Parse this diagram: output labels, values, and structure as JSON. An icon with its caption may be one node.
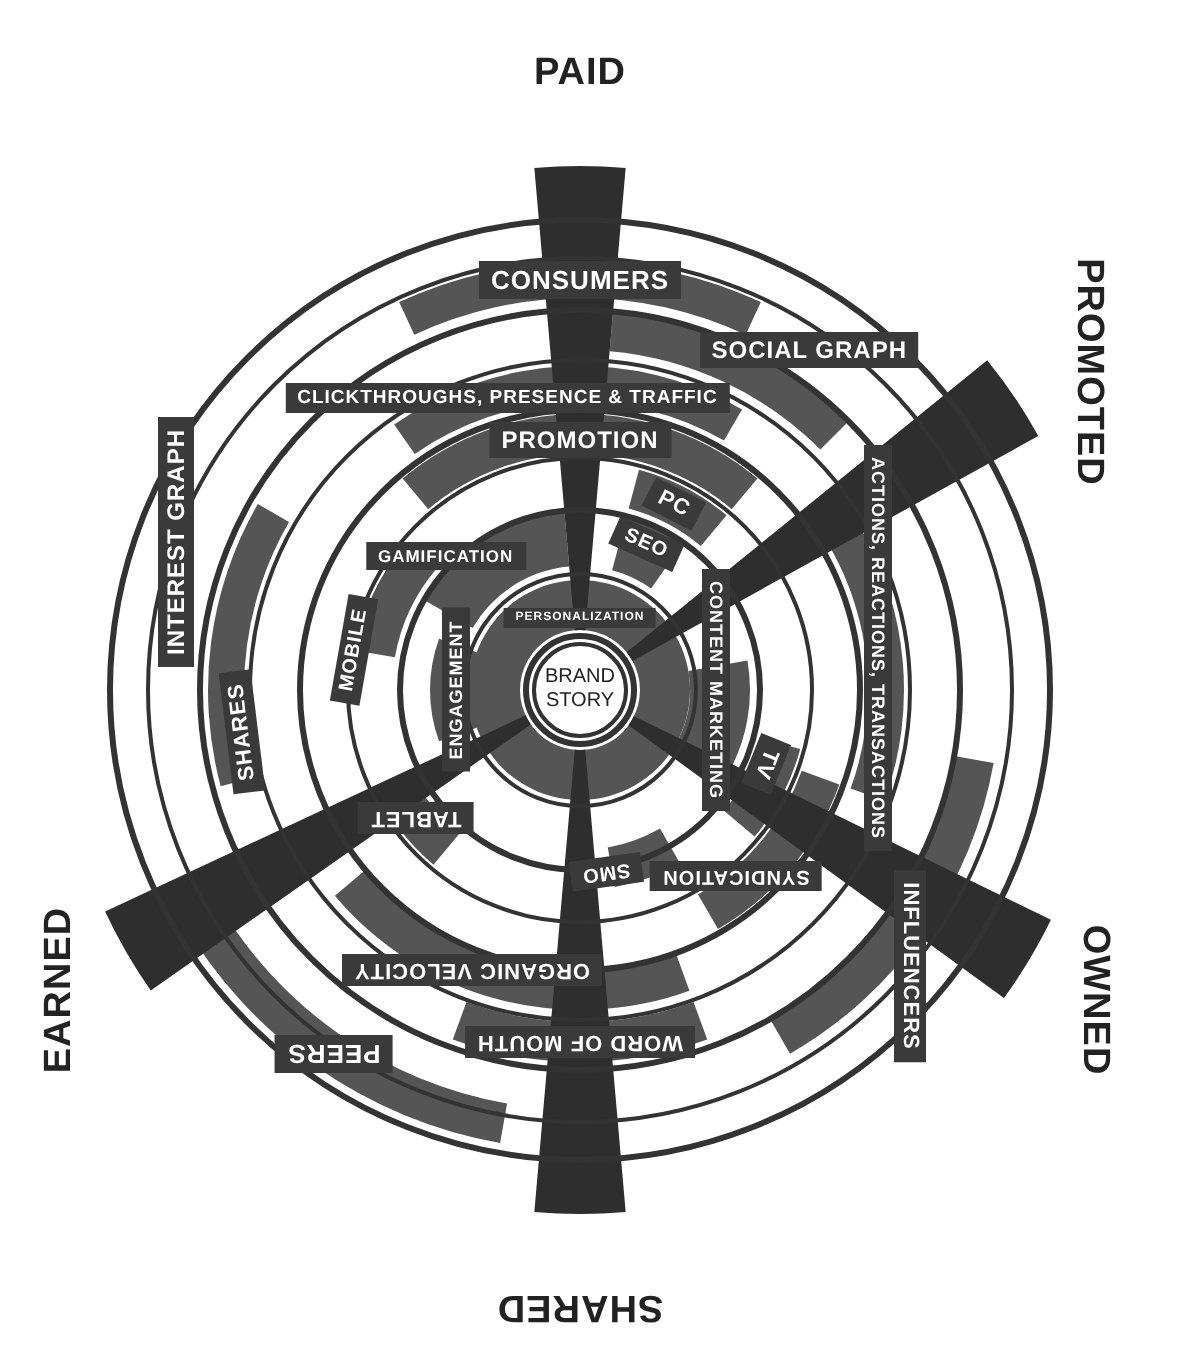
{
  "diagram": {
    "nodes": [
      {
        "text": [
          "PAID"
        ]
      },
      {
        "text": [
          "CONSUMERS"
        ]
      },
      {
        "text": [
          "SOCIAL GRAPH"
        ]
      },
      {
        "text": [
          "PROMOTED"
        ]
      },
      {
        "text": [
          "CLICKTHROUGHS, PRESENCE & TRAFFIC"
        ]
      },
      {
        "text": [
          "PROMOTION"
        ]
      },
      {
        "text": [
          "PC"
        ]
      },
      {
        "text": [
          "SEO"
        ]
      },
      {
        "text": [
          "GAMIFICATION"
        ]
      },
      {
        "text": [
          "MOBILE"
        ]
      },
      {
        "text": [
          "PERSONALIZATION"
        ]
      },
      {
        "text": [
          "BRAND STORY"
        ]
      },
      {
        "text": [
          "INTEREST GRAPH"
        ]
      },
      {
        "text": [
          "SHARES"
        ]
      },
      {
        "text": [
          "ENGAGEMENT"
        ]
      },
      {
        "text": [
          "CONTENT MARKETING"
        ]
      },
      {
        "text": [
          "ACTIONS, REACTIONS, TRANSACTIONS"
        ]
      },
      {
        "text": [
          "TV"
        ]
      },
      {
        "text": [
          "TABLET"
        ]
      },
      {
        "text": [
          "SMO"
        ]
      },
      {
        "text": [
          "SYNDICATION"
        ]
      },
      {
        "text": [
          "ORGANIC VELOCITY"
        ]
      },
      {
        "text": [
          "INFLUENCERS"
        ]
      },
      {
        "text": [
          "WORD OF MOUTH"
        ]
      },
      {
        "text": [
          "OWNED"
        ]
      },
      {
        "text": [
          "EARNED"
        ]
      },
      {
        "text": [
          "PEERS"
        ]
      },
      {
        "text": [
          "SHARED"
        ]
      }
    ],
    "edges": []
  }
}
